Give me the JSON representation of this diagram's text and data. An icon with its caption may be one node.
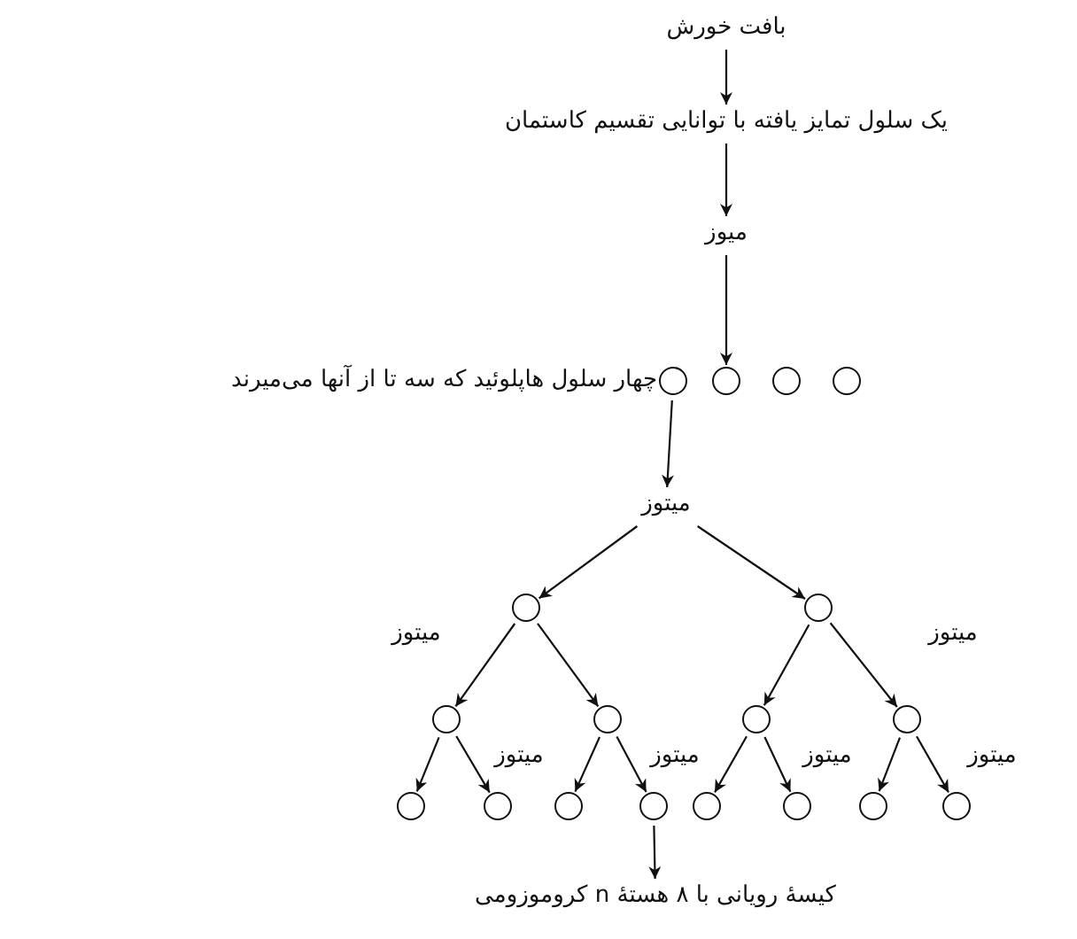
{
  "diagram": {
    "nodes": [
      {
        "text": [
          "بافت خورش"
        ]
      },
      {
        "text": [
          "یک سلول تمایز یافته با توانایی تقسیم کاستمان"
        ]
      },
      {
        "text": [
          "میوز"
        ]
      },
      {
        "text": [],
        "shape": "circle",
        "beside": [
          "چهار سلول هاپلوئید که سه تا از آنها می‌میرند"
        ]
      },
      {
        "text": [],
        "shape": "circle"
      },
      {
        "text": [],
        "shape": "circle"
      },
      {
        "text": [],
        "shape": "circle"
      },
      {
        "text": [
          "میتوز"
        ]
      },
      {
        "text": [],
        "shape": "circle"
      },
      {
        "text": [],
        "shape": "circle"
      },
      {
        "text": [],
        "shape": "circle"
      },
      {
        "text": [],
        "shape": "circle"
      },
      {
        "text": [],
        "shape": "circle"
      },
      {
        "text": [],
        "shape": "circle"
      },
      {
        "text": [],
        "shape": "circle"
      },
      {
        "text": [],
        "shape": "circle"
      },
      {
        "text": [],
        "shape": "circle"
      },
      {
        "text": [],
        "shape": "circle"
      },
      {
        "text": [],
        "shape": "circle"
      },
      {
        "text": [],
        "shape": "circle"
      },
      {
        "text": [],
        "shape": "circle"
      },
      {
        "text": [],
        "shape": "circle"
      },
      {
        "text": [
          "کیسهٔ رویانی با ۸ هستهٔ n کروموزومی"
        ]
      }
    ],
    "edges": [
      {
        "from": 0,
        "to": 1,
        "arrow": "to"
      },
      {
        "from": 1,
        "to": 2,
        "arrow": "to"
      },
      {
        "from": 2,
        "to": 4,
        "arrow": "to"
      },
      {
        "from": 3,
        "to": 7,
        "arrow": "to"
      },
      {
        "from": 7,
        "to": 8,
        "arrow": "to"
      },
      {
        "from": 7,
        "to": 9,
        "arrow": "to"
      },
      {
        "from": 8,
        "to": 10,
        "arrow": "to"
      },
      {
        "from": 8,
        "to": 11,
        "arrow": "to"
      },
      {
        "from": 9,
        "to": 12,
        "arrow": "to"
      },
      {
        "from": 9,
        "to": 13,
        "arrow": "to"
      },
      {
        "from": 10,
        "to": 14,
        "arrow": "to"
      },
      {
        "from": 10,
        "to": 15,
        "arrow": "to"
      },
      {
        "from": 11,
        "to": 16,
        "arrow": "to"
      },
      {
        "from": 11,
        "to": 17,
        "arrow": "to"
      },
      {
        "from": 12,
        "to": 18,
        "arrow": "to"
      },
      {
        "from": 12,
        "to": 19,
        "arrow": "to"
      },
      {
        "from": 13,
        "to": 20,
        "arrow": "to"
      },
      {
        "from": 13,
        "to": 21,
        "arrow": "to"
      },
      {
        "from": 17,
        "to": 22,
        "arrow": "to"
      }
    ],
    "labels": [
      "میتوز",
      "میتوز",
      "میتوز",
      "میتوز",
      "میتوز",
      "میتوز"
    ]
  }
}
